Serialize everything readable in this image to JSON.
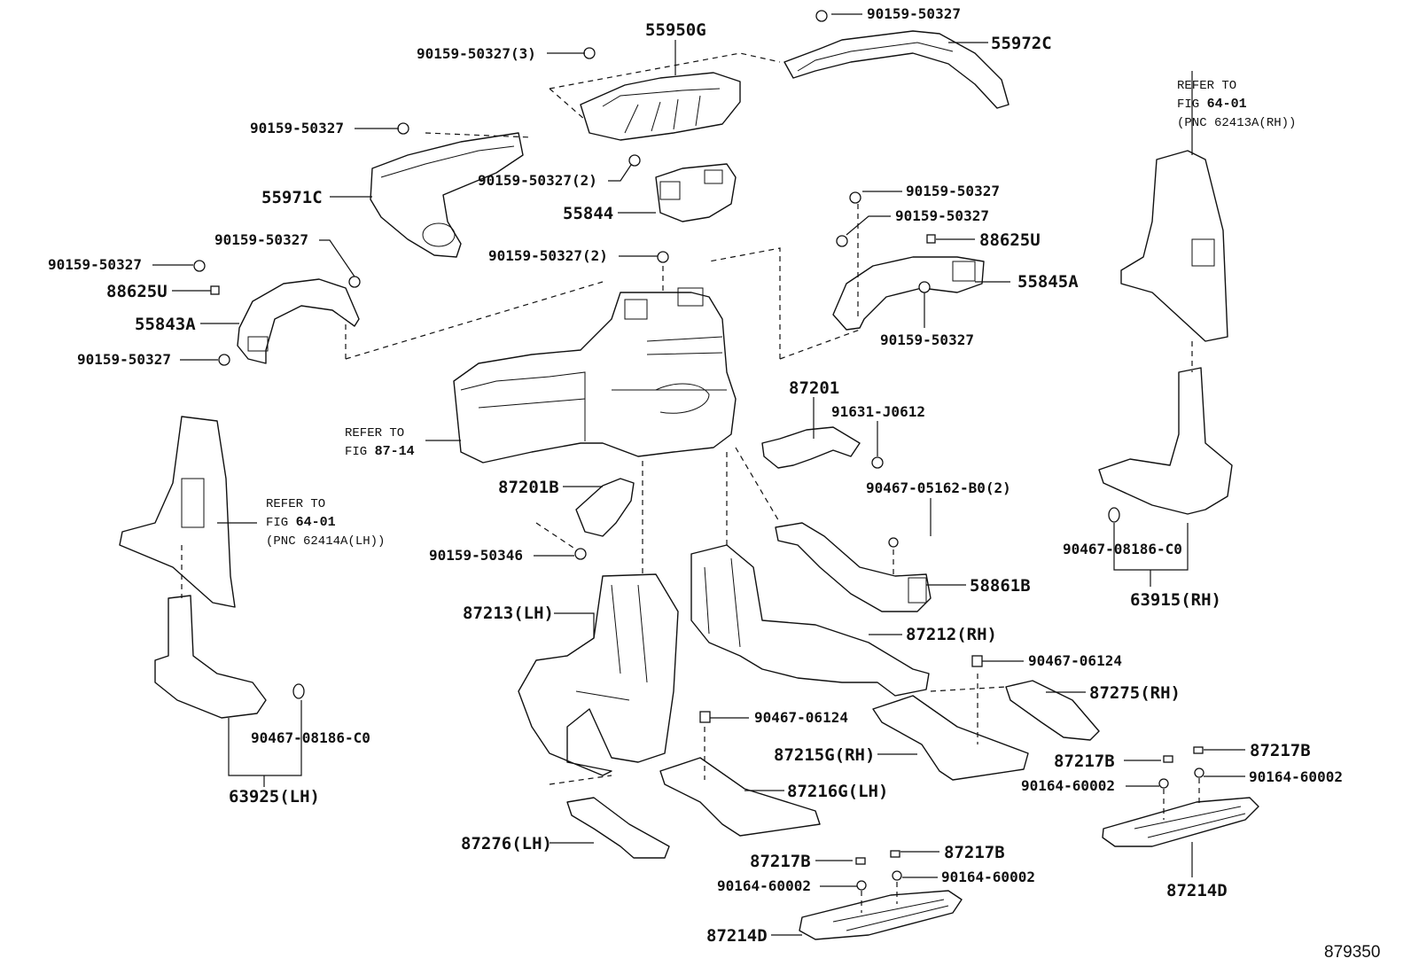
{
  "figure_id": "879350",
  "labels": {
    "p55950G": "55950G",
    "p55972C": "55972C",
    "p55971C": "55971C",
    "p55844": "55844",
    "p55843A": "55843A",
    "p55845A": "55845A",
    "p88625U_left": "88625U",
    "p88625U_right": "88625U",
    "b_top_right": "90159-50327",
    "b_top_3": "90159-50327(3)",
    "b_left_55971": "90159-50327",
    "b_55844_top": "90159-50327(2)",
    "b_55844_bottom": "90159-50327(2)",
    "b_55843_top": "90159-50327",
    "b_55843_left": "90159-50327",
    "b_55843_bottom": "90159-50327",
    "b_55845_top1": "90159-50327",
    "b_55845_top2": "90159-50327",
    "b_55845_bottom": "90159-50327",
    "p87201": "87201",
    "p91631": "91631-J0612",
    "p87201B": "87201B",
    "b_90159_50346": "90159-50346",
    "clip_90467_05162": "90467-05162-B0(2)",
    "p58861B": "58861B",
    "p87213": "87213(LH)",
    "p87212": "87212(RH)",
    "clip_06124_right": "90467-06124",
    "clip_06124_mid": "90467-06124",
    "p87275": "87275(RH)",
    "p87215G": "87215G(RH)",
    "p87216G": "87216G(LH)",
    "p87276": "87276(LH)",
    "p87217B_a": "87217B",
    "p87217B_b": "87217B",
    "p87217B_c": "87217B",
    "p87217B_d": "87217B",
    "s60002_a": "90164-60002",
    "s60002_b": "90164-60002",
    "s60002_c": "90164-60002",
    "s60002_d": "90164-60002",
    "p87214D_right": "87214D",
    "p87214D_bottom": "87214D",
    "clip_08186_rh": "90467-08186-C0",
    "clip_08186_lh": "90467-08186-C0",
    "p63915": "63915(RH)",
    "p63925": "63925(LH)"
  },
  "references": {
    "rh_pillar": {
      "line1": "REFER TO",
      "line2_prefix": "FIG ",
      "line2_fig": "64-01",
      "line3": "(PNC 62413A(RH))"
    },
    "lh_pillar": {
      "line1": "REFER TO",
      "line2_prefix": "FIG ",
      "line2_fig": "64-01",
      "line3": "(PNC 62414A(LH))"
    },
    "heater_unit": {
      "line1": "REFER TO",
      "line2_prefix": "FIG ",
      "line2_fig": "87-14"
    }
  }
}
